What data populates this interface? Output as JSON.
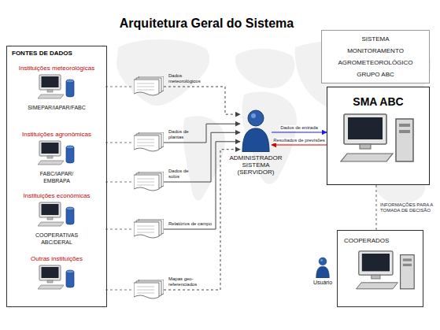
{
  "diagram": {
    "title": "Arquitetura Geral do Sistema",
    "nodes": [
      {
        "text": [
          "FONTES DE DADOS"
        ]
      },
      {
        "text": [
          "Instituições meteorológicas",
          "SIMEPAR/IAPAR/FABC"
        ],
        "in": 0
      },
      {
        "text": [
          "Instituições agronômicas",
          "FABC/IAPAR/ EMBRAPA"
        ],
        "in": 0
      },
      {
        "text": [
          "Instituições econômicas",
          "COOPERATIVAS ABC/DERAL"
        ],
        "in": 0
      },
      {
        "text": [
          "Outras instituições"
        ],
        "in": 0
      },
      {
        "text": [
          "Dados meteorológicos"
        ]
      },
      {
        "text": [
          "Dados de plantas"
        ]
      },
      {
        "text": [
          "Dados de solos"
        ]
      },
      {
        "text": [
          "Relatórios de campo"
        ]
      },
      {
        "text": [
          "Mapas geo-referenciados"
        ]
      },
      {
        "text": [
          "ADMINISTRADOR SISTEMA (SERVIDOR)"
        ]
      },
      {
        "text": [
          "SISTEMA MONITORAMENTO AGROMETEOROLÓGICO GRUPO ABC"
        ]
      },
      {
        "text": [
          "SMA ABC"
        ]
      },
      {
        "text": [
          "COOPERADOS"
        ]
      }
    ],
    "edges": [
      {
        "from": 1,
        "to": 5,
        "arrow": "none"
      },
      {
        "from": 2,
        "to": 6,
        "arrow": "none"
      },
      {
        "from": 2,
        "to": 7,
        "arrow": "none"
      },
      {
        "from": 3,
        "to": 8,
        "arrow": "none"
      },
      {
        "from": 4,
        "to": 9,
        "arrow": "none"
      },
      {
        "from": 5,
        "to": 10,
        "arrow": "to"
      },
      {
        "from": 6,
        "to": 10,
        "arrow": "to"
      },
      {
        "from": 7,
        "to": 10,
        "arrow": "to"
      },
      {
        "from": 8,
        "to": 10,
        "arrow": "to"
      },
      {
        "from": 9,
        "to": 10,
        "arrow": "to"
      },
      {
        "from": 10,
        "to": 12,
        "arrow": "to",
        "label": "Dados de entrada"
      },
      {
        "from": 12,
        "to": 10,
        "arrow": "to",
        "label": "Resultados de previsões"
      },
      {
        "from": 12,
        "to": 13,
        "arrow": "none",
        "label": "INFORMAÇÕES PARA A TOMADA DE DECISÃO"
      }
    ],
    "labels": [
      "Usuário"
    ]
  }
}
